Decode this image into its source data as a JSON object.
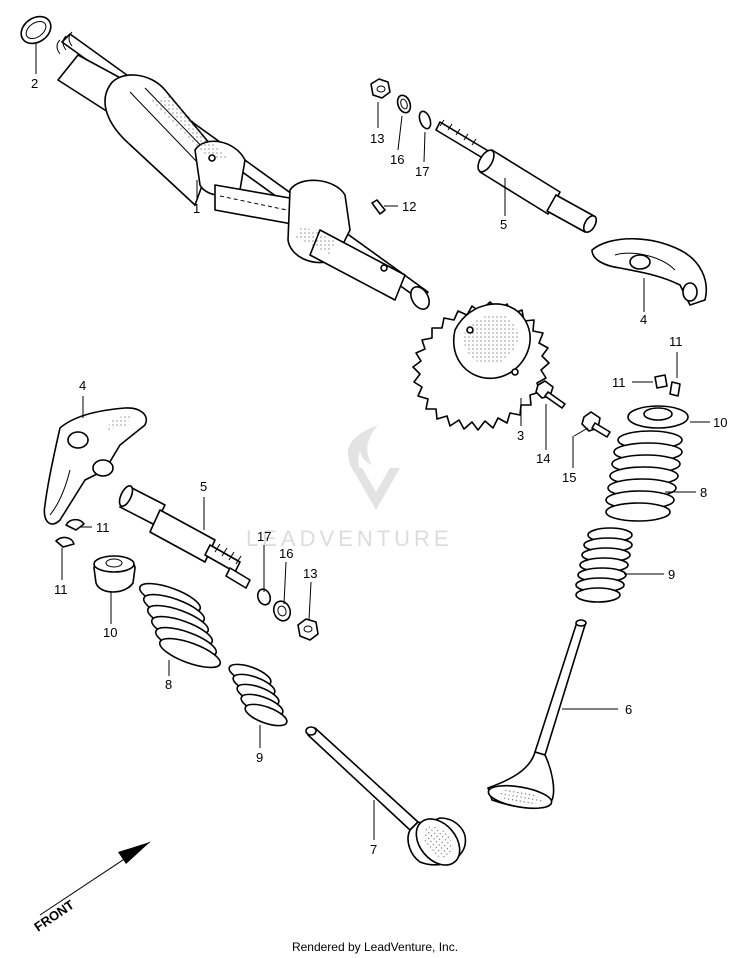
{
  "callouts": {
    "c2": "2",
    "c1": "1",
    "c13a": "13",
    "c16a": "16",
    "c17a": "17",
    "c12": "12",
    "c5a": "5",
    "c4a": "4",
    "c11a": "11",
    "c11b": "11",
    "c10a": "10",
    "c3": "3",
    "c14": "14",
    "c15": "15",
    "c8a": "8",
    "c9a": "9",
    "c6": "6",
    "c4b": "4",
    "c5b": "5",
    "c11c": "11",
    "c11d": "11",
    "c17b": "17",
    "c16b": "16",
    "c13b": "13",
    "c10b": "10",
    "c8b": "8",
    "c9b": "9",
    "c7": "7"
  },
  "front_label": "FRONT",
  "watermark": "LEADVENTURE",
  "footer": "Rendered by LeadVenture, Inc."
}
